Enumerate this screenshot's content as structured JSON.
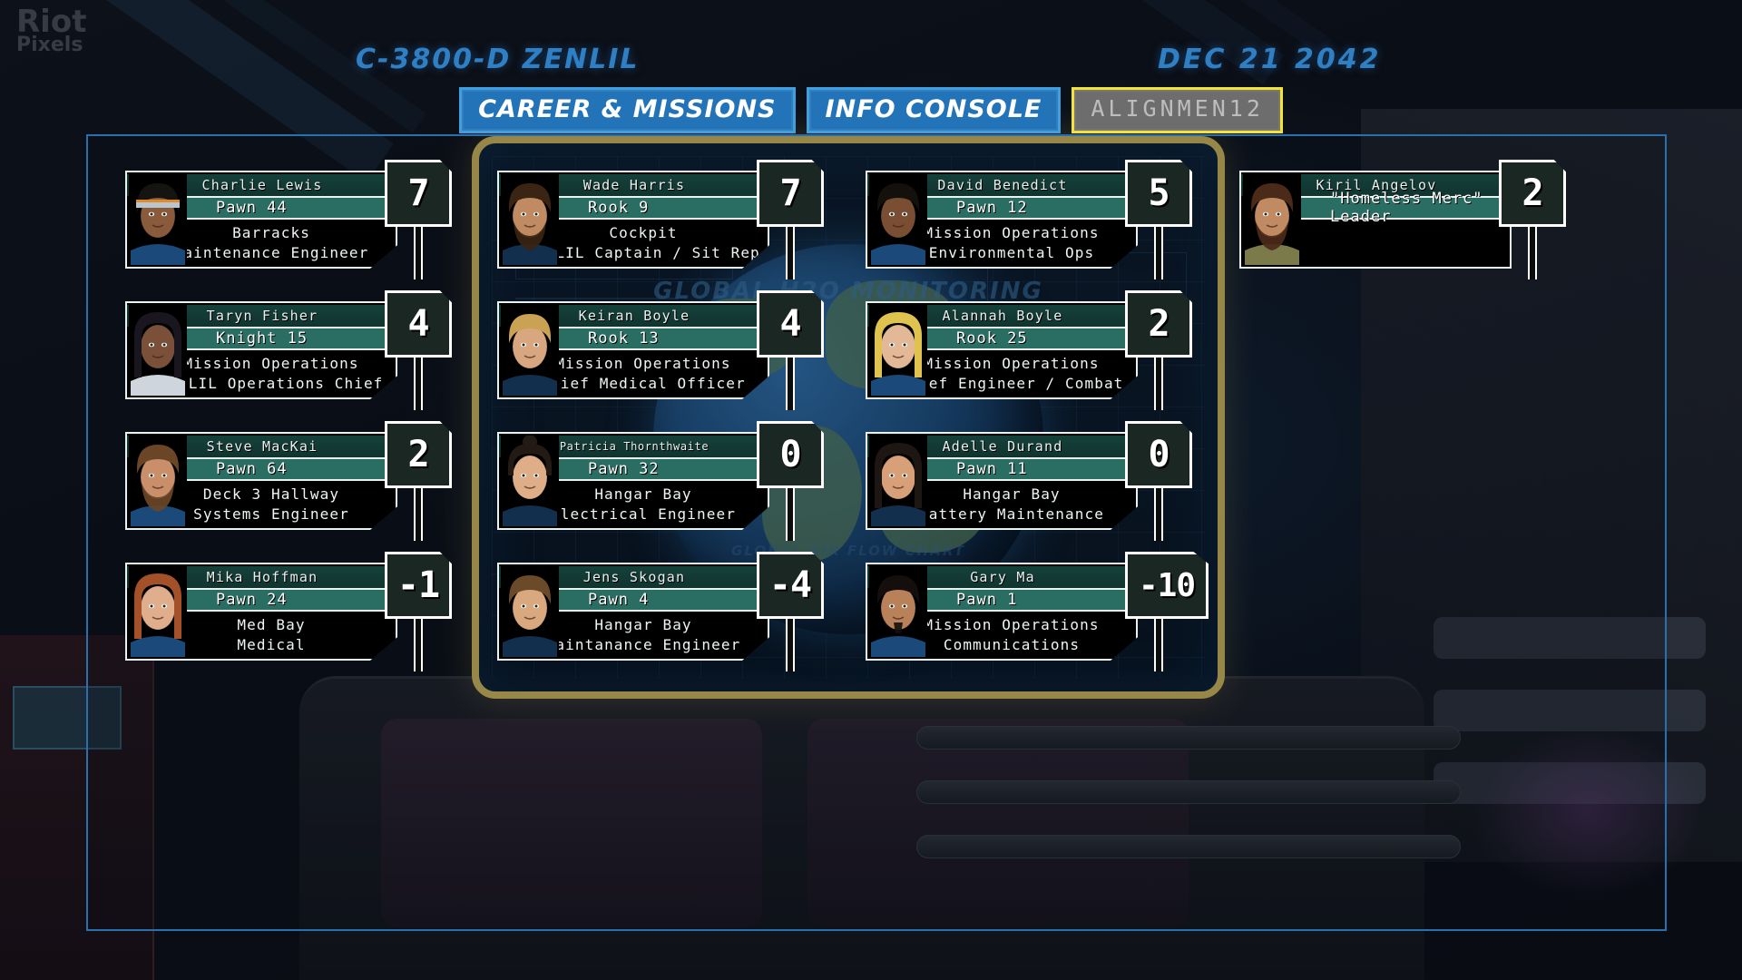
{
  "watermark": {
    "line1": "Riot",
    "line2": "Pixels"
  },
  "header": {
    "ship_title": "C-3800-D ZENLIL",
    "date": "DEC 21 2042"
  },
  "tabs": [
    {
      "label": "CAREER & MISSIONS",
      "state": "active"
    },
    {
      "label": "INFO CONSOLE",
      "state": "active"
    },
    {
      "label": "ALIGNMEN12",
      "state": "disabled"
    }
  ],
  "background": {
    "monitor_label_top": "GLOBAL H2O MONITORING",
    "monitor_label_bottom": "GLOBAL AIR FLOW CHART"
  },
  "colors": {
    "accent_blue": "#2f7fc4",
    "tab_blue": "#2273b8",
    "tab_border": "#3f9fe0",
    "disabled_border": "#f2e23a",
    "card_teal": "#2a6e63",
    "card_outline": "#e8f3f0"
  },
  "columns": [
    {
      "cards": [
        {
          "name": "Charlie Lewis",
          "rank": "Pawn 44",
          "location": "Barracks",
          "job": "Maintenance Engineer",
          "score": "7",
          "skin": "#8a5a3c",
          "hair": "#161410",
          "accessory": "headband",
          "top": "#1b4a7a"
        },
        {
          "name": "Taryn Fisher",
          "rank": "Knight 15",
          "location": "Mission Operations",
          "job": "ZENLIL Operations Chief",
          "score": "4",
          "skin": "#7a5138",
          "hair": "#1a1620",
          "accessory": "bob",
          "top": "#cfd5dc"
        },
        {
          "name": "Steve MacKai",
          "rank": "Pawn 64",
          "location": "Deck 3 Hallway",
          "job": "Systems Engineer",
          "score": "2",
          "skin": "#c98f6a",
          "hair": "#6a4526",
          "accessory": "beard",
          "top": "#1b4a7a"
        },
        {
          "name": "Mika Hoffman",
          "rank": "Pawn 24",
          "location": "Med Bay",
          "job": "Medical",
          "score": "-1",
          "skin": "#e0ae8c",
          "hair": "#a4512a",
          "accessory": "long",
          "top": "#1b4a7a"
        }
      ]
    },
    {
      "cards": [
        {
          "name": "Wade Harris",
          "rank": "Rook 9",
          "location": "Cockpit",
          "job": "ZENLIL Captain / Sit Rep",
          "score": "7",
          "skin": "#c08a63",
          "hair": "#3a2414",
          "accessory": "beard",
          "top": "#12304d"
        },
        {
          "name": "Keiran Boyle",
          "rank": "Rook 13",
          "location": "Mission Operations",
          "job": "Chief Medical Officer",
          "score": "4",
          "skin": "#d8a77f",
          "hair": "#c9a253",
          "accessory": "short",
          "top": "#12304d"
        },
        {
          "name": "Patricia Thornthwaite",
          "rank": "Pawn 32",
          "location": "Hangar Bay",
          "job": "Electrical Engineer",
          "score": "0",
          "skin": "#dfae89",
          "hair": "#241a14",
          "accessory": "bun",
          "top": "#12304d"
        },
        {
          "name": "Jens Skogan",
          "rank": "Pawn 4",
          "location": "Hangar Bay",
          "job": "Maintanance Engineer",
          "score": "-4",
          "skin": "#d9a87f",
          "hair": "#6b4a2a",
          "accessory": "short",
          "top": "#12304d"
        }
      ]
    },
    {
      "cards": [
        {
          "name": "David Benedict",
          "rank": "Pawn 12",
          "location": "Mission Operations",
          "job": "Environmental Ops",
          "score": "5",
          "skin": "#7a4e32",
          "hair": "#14100c",
          "accessory": "short",
          "top": "#1b4a7a"
        },
        {
          "name": "Alannah Boyle",
          "rank": "Rook 25",
          "location": "Mission Operations",
          "job": "Chief Engineer / Combat",
          "score": "2",
          "skin": "#e3b896",
          "hair": "#e0c34f",
          "accessory": "long",
          "top": "#1b4a7a"
        },
        {
          "name": "Adelle Durand",
          "rank": "Pawn 11",
          "location": "Hangar Bay",
          "job": "Battery Maintenance",
          "score": "0",
          "skin": "#d7a078",
          "hair": "#1d1612",
          "accessory": "bob",
          "top": "#12304d"
        },
        {
          "name": "Gary Ma",
          "rank": "Pawn 1",
          "location": "Mission Operations",
          "job": "Communications",
          "score": "-10",
          "skin": "#b9815a",
          "hair": "#140f0c",
          "accessory": "goatee",
          "top": "#1b4a7a"
        }
      ]
    },
    {
      "cards": [
        {
          "name": "Kiril Angelov",
          "rank": "\"Homeless Merc\" Leader",
          "location": "",
          "job": "",
          "score": "2",
          "skin": "#c08a63",
          "hair": "#4a2a18",
          "accessory": "fullbeard",
          "top": "#7b7a4a"
        }
      ]
    }
  ]
}
